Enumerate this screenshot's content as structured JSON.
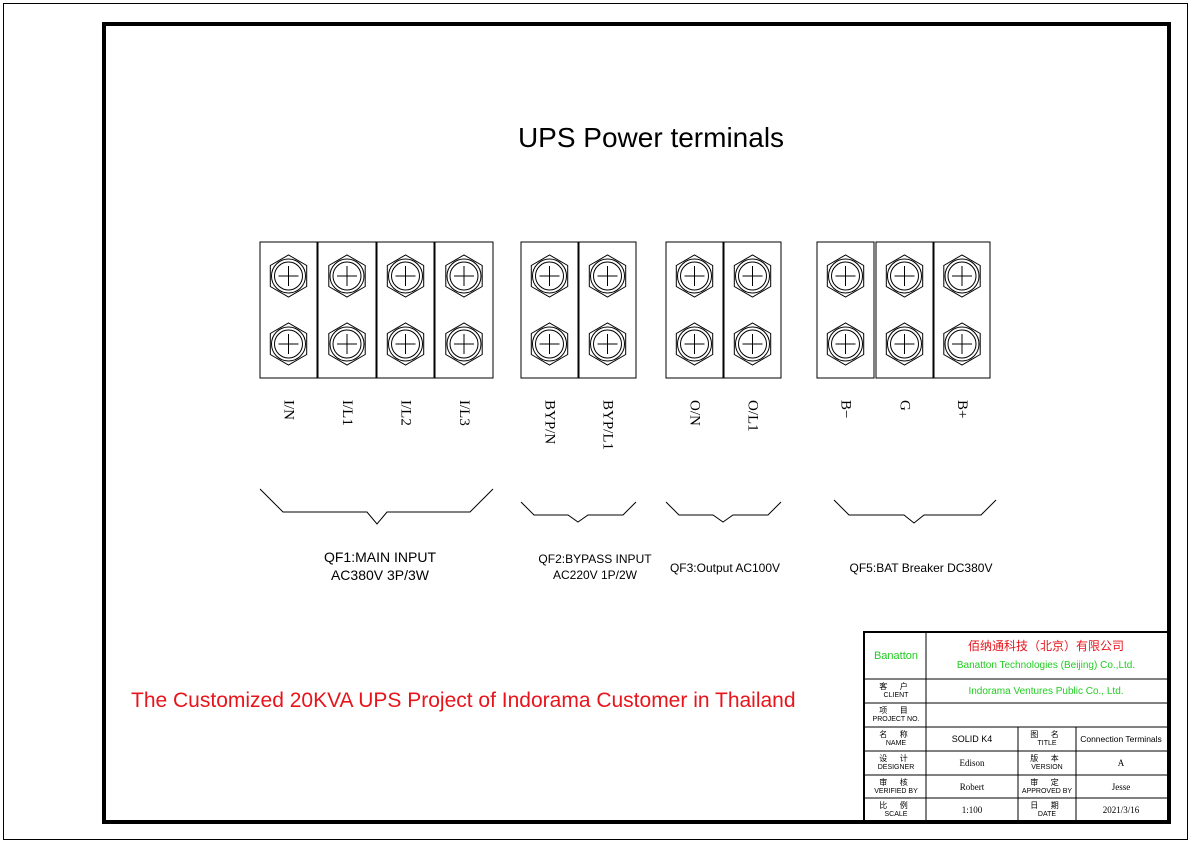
{
  "title": "UPS Power terminals",
  "terminals": [
    {
      "label": "I/N"
    },
    {
      "label": "I/L1"
    },
    {
      "label": "I/L2"
    },
    {
      "label": "I/L3"
    },
    {
      "label": "BYP/N"
    },
    {
      "label": "BYP/L1"
    },
    {
      "label": "O/N"
    },
    {
      "label": "O/L1"
    },
    {
      "label": "B−"
    },
    {
      "label": "G"
    },
    {
      "label": "B+"
    }
  ],
  "groups": [
    {
      "line1": "QF1:MAIN INPUT",
      "line2": "AC380V 3P/3W"
    },
    {
      "line1": "QF2:BYPASS INPUT",
      "line2": "AC220V 1P/2W"
    },
    {
      "line1": "QF3:Output AC100V",
      "line2": ""
    },
    {
      "line1": "QF5:BAT Breaker DC380V",
      "line2": ""
    }
  ],
  "project_banner": "The Customized 20KVA UPS Project of Indorama Customer in Thailand",
  "title_block": {
    "company_short": "Banatton",
    "company_cn": "佰纳通科技（北京）有限公司",
    "company_en": "Banatton Technologies (Beijing) Co.,Ltd.",
    "client_label_cn": "客  户",
    "client_label_en": "CLIENT",
    "client_value": "Indorama Ventures Public Co., Ltd.",
    "project_label_cn": "项  目",
    "project_label_en": "PROJECT NO.",
    "project_value": "",
    "name_label_cn": "名  称",
    "name_label_en": "NAME",
    "name_value": "SOLID K4",
    "title_label_cn": "图  名",
    "title_label_en": "TITLE",
    "title_value": "Connection Terminals",
    "designer_label_cn": "设  计",
    "designer_label_en": "DESIGNER",
    "designer_value": "Edison",
    "version_label_cn": "版  本",
    "version_label_en": "VERSION",
    "version_value": "A",
    "verified_label_cn": "审  核",
    "verified_label_en": "VERIFIED BY",
    "verified_value": "Robert",
    "approved_label_cn": "审  定",
    "approved_label_en": "APPROVED BY",
    "approved_value": "Jesse",
    "scale_label_cn": "比  例",
    "scale_label_en": "SCALE",
    "scale_value": "1:100",
    "date_label_cn": "日  期",
    "date_label_en": "DATE",
    "date_value": "2021/3/16"
  },
  "colors": {
    "line": "#000000",
    "banner": "#e8141b",
    "company_cn": "#e8141b",
    "green": "#22cc22"
  }
}
